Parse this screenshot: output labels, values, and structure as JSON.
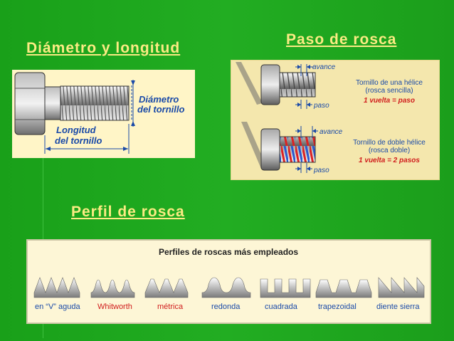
{
  "headings": {
    "diameter_length": "Diámetro y longitud",
    "thread_pitch": "Paso de rosca",
    "thread_profile": "Perfil de rosca"
  },
  "diameter_panel": {
    "diameter_label_1": "Diámetro",
    "diameter_label_2": "del tornillo",
    "length_label_1": "Longitud",
    "length_label_2": "del tornillo"
  },
  "pitch_panel": {
    "single": {
      "advance": "avance",
      "pitch": "paso",
      "title_1": "Tornillo de una hélice",
      "title_2": "(rosca sencilla)",
      "formula": "1 vuelta = paso"
    },
    "double": {
      "advance": "avance",
      "pitch": "paso",
      "title_1": "Tornillo de doble hélice",
      "title_2": "(rosca doble)",
      "formula": "1 vuelta = 2 pasos"
    }
  },
  "profiles_panel": {
    "title": "Perfiles de roscas más empleados",
    "profiles": [
      {
        "label": "en “V” aguda",
        "color": "#1a4aa8"
      },
      {
        "label": "Whitworth",
        "color": "#d01c1c"
      },
      {
        "label": "métrica",
        "color": "#d01c1c"
      },
      {
        "label": "redonda",
        "color": "#1a4aa8"
      },
      {
        "label": "cuadrada",
        "color": "#1a4aa8"
      },
      {
        "label": "trapezoidal",
        "color": "#1a4aa8"
      },
      {
        "label": "diente sierra",
        "color": "#1a4aa8"
      }
    ]
  },
  "colors": {
    "background": "#1ea51e",
    "heading": "#fbeb83",
    "panel_blue_text": "#1a4aa8",
    "panel_red_text": "#d01c1c"
  }
}
